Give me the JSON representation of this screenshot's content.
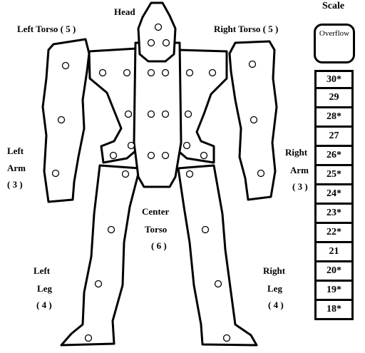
{
  "labels": {
    "head": "Head",
    "left_torso": "Left Torso ( 5 )",
    "right_torso": "Right Torso ( 5 )",
    "left_arm": [
      "Left",
      "Arm",
      "( 3 )"
    ],
    "right_arm": [
      "Right",
      "Arm",
      "( 3 )"
    ],
    "center_torso": [
      "Center",
      "Torso",
      "( 6 )"
    ],
    "left_leg": [
      "Left",
      "Leg",
      "( 4 )"
    ],
    "right_leg": [
      "Right",
      "Leg",
      "( 4 )"
    ]
  },
  "scale": {
    "title": "Scale",
    "overflow": "Overflow",
    "values": [
      "30*",
      "29",
      "28*",
      "27",
      "26*",
      "25*",
      "24*",
      "23*",
      "22*",
      "21",
      "20*",
      "19*",
      "18*"
    ]
  }
}
